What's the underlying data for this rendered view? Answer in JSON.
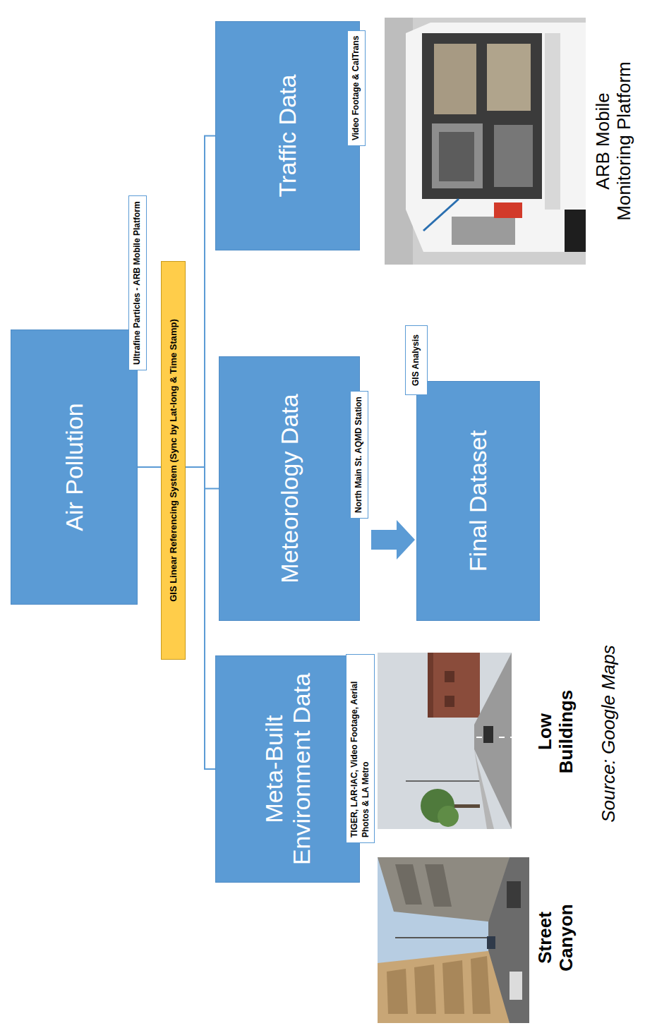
{
  "diagram": {
    "nodes": [
      {
        "text": [
          "Air Pollution"
        ]
      },
      {
        "text": [
          "Ultrafine Particles - ARB Mobile Platform"
        ]
      },
      {
        "text": [
          "GIS Linear Referencing System (Sync by Lat-long & Time Stamp)"
        ]
      },
      {
        "text": [
          "Meta-Built Environment Data"
        ]
      },
      {
        "text": [
          "TIGER, LAR-IAC, Video Footage, Aerial Photos & LA Metro"
        ]
      },
      {
        "text": [
          "Meteorology Data"
        ]
      },
      {
        "text": [
          "North Main St. AQMD Station"
        ]
      },
      {
        "text": [
          "Traffic Data"
        ]
      },
      {
        "text": [
          "Video Footage & CalTrans"
        ]
      },
      {
        "text": [
          "Final Dataset"
        ]
      },
      {
        "text": [
          "GIS Analysis"
        ]
      }
    ],
    "edges": [
      {
        "from": 0,
        "to": 3,
        "arrow": "none"
      },
      {
        "from": 0,
        "to": 5,
        "arrow": "none"
      },
      {
        "from": 0,
        "to": 7,
        "arrow": "none"
      },
      {
        "from": 5,
        "to": 9,
        "arrow": "to"
      }
    ],
    "labels": [
      "Street Canyon",
      "Low Buildings",
      "Source: Google Maps",
      "ARB Mobile Monitoring Platform"
    ]
  }
}
